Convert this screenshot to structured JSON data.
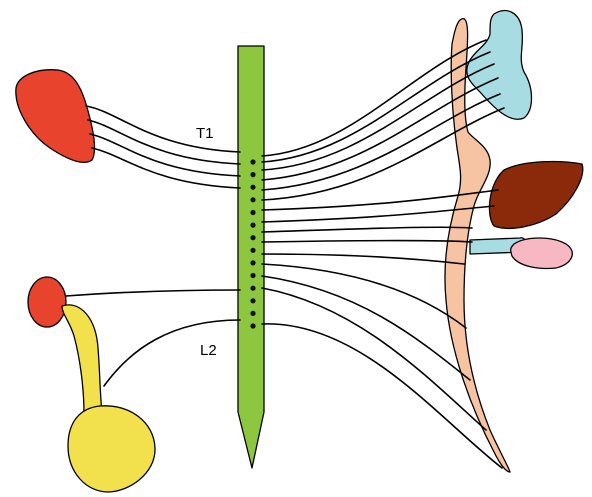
{
  "labels": {
    "upper_segment": "T1",
    "lower_segment": "L2"
  },
  "ganglion_count": 14,
  "colors": {
    "spinal_cord": "#8dc63f",
    "ganglion_dot": "#111111",
    "sympathetic_chain": "#f6c3a3",
    "eye": "#e8432d",
    "lacrimal_gland": "#a8dce3",
    "heart": "#8b2a0b",
    "bladder_small": "#f7b8c4",
    "kidney_small": "#e8432d",
    "ureter": "#f2e14c",
    "bladder": "#f2e14c",
    "nerve": "#000000"
  },
  "icons": {
    "spinal_cord": "spinal-cord-shape",
    "eye": "eye-organ-shape",
    "lacrimal_gland": "gland-organ-shape",
    "heart": "heart-organ-shape",
    "bladder": "bladder-organ-shape"
  }
}
